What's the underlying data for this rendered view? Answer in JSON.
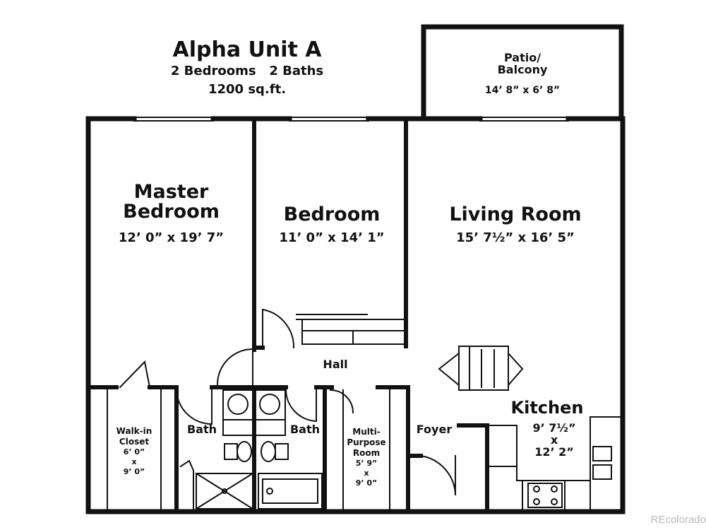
{
  "unit": {
    "name": "Alpha Unit A",
    "summary": "2 Bedrooms   2 Baths",
    "area": "1200 sq.ft."
  },
  "rooms": {
    "patio": {
      "name_line1": "Patio/",
      "name_line2": "Balcony",
      "dims": "14’ 8” x 6’ 8”"
    },
    "master_bedroom": {
      "name_line1": "Master",
      "name_line2": "Bedroom",
      "dims": "12’ 0” x 19’ 7”"
    },
    "bedroom": {
      "name": "Bedroom",
      "dims": "11’ 0” x 14’ 1”"
    },
    "living_room": {
      "name": "Living Room",
      "dims": "15’ 7½” x 16’ 5”"
    },
    "hall": {
      "name": "Hall"
    },
    "kitchen": {
      "name": "Kitchen",
      "dims_line1": "9’ 7½”",
      "dims_line2": "x",
      "dims_line3": "12’ 2”"
    },
    "walk_in_closet": {
      "name_line1": "Walk-in",
      "name_line2": "Closet",
      "dims_line1": "6’ 0”",
      "dims_line2": "x",
      "dims_line3": "9’ 0”"
    },
    "bath_left": {
      "name": "Bath"
    },
    "bath_right": {
      "name": "Bath"
    },
    "multi_purpose": {
      "name_line1": "Multi-",
      "name_line2": "Purpose",
      "name_line3": "Room",
      "dims_line1": "5’ 9”",
      "dims_line2": "x",
      "dims_line3": "9’ 0”"
    },
    "foyer": {
      "name": "Foyer"
    }
  },
  "watermark": "REcolorado"
}
